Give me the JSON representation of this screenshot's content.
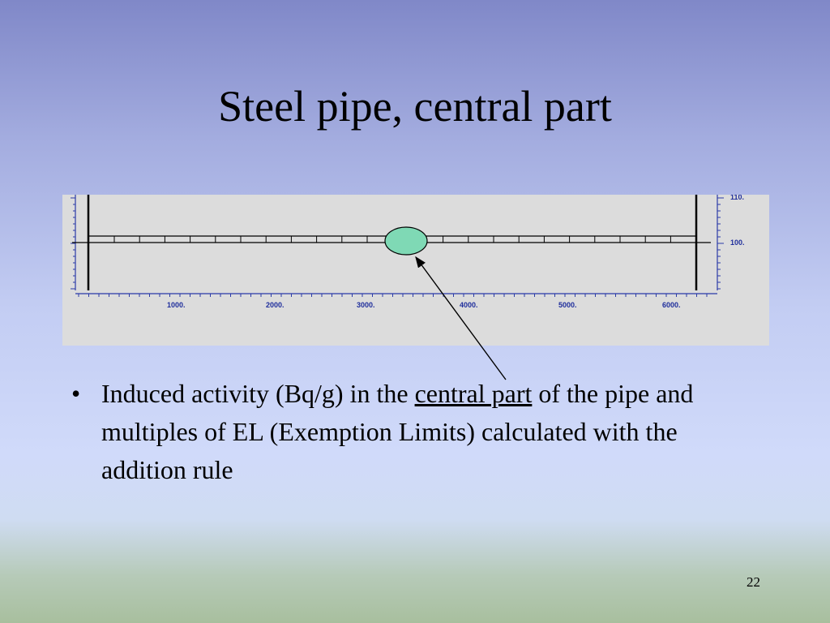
{
  "slide": {
    "title": "Steel pipe, central part",
    "page_number": "22"
  },
  "figure": {
    "x_ticks": [
      "1000.",
      "2000.",
      "3000.",
      "4000.",
      "5000.",
      "6000."
    ],
    "y_ticks": [
      "110.",
      "100."
    ],
    "highlight_color": "#7fd9b5"
  },
  "bullet": {
    "symbol": "•",
    "text_before": "Induced activity (Bq/g) in the ",
    "underlined": "central part",
    "text_after": " of the pipe and multiples of EL (Exemption Limits) calculated with the addition rule"
  }
}
